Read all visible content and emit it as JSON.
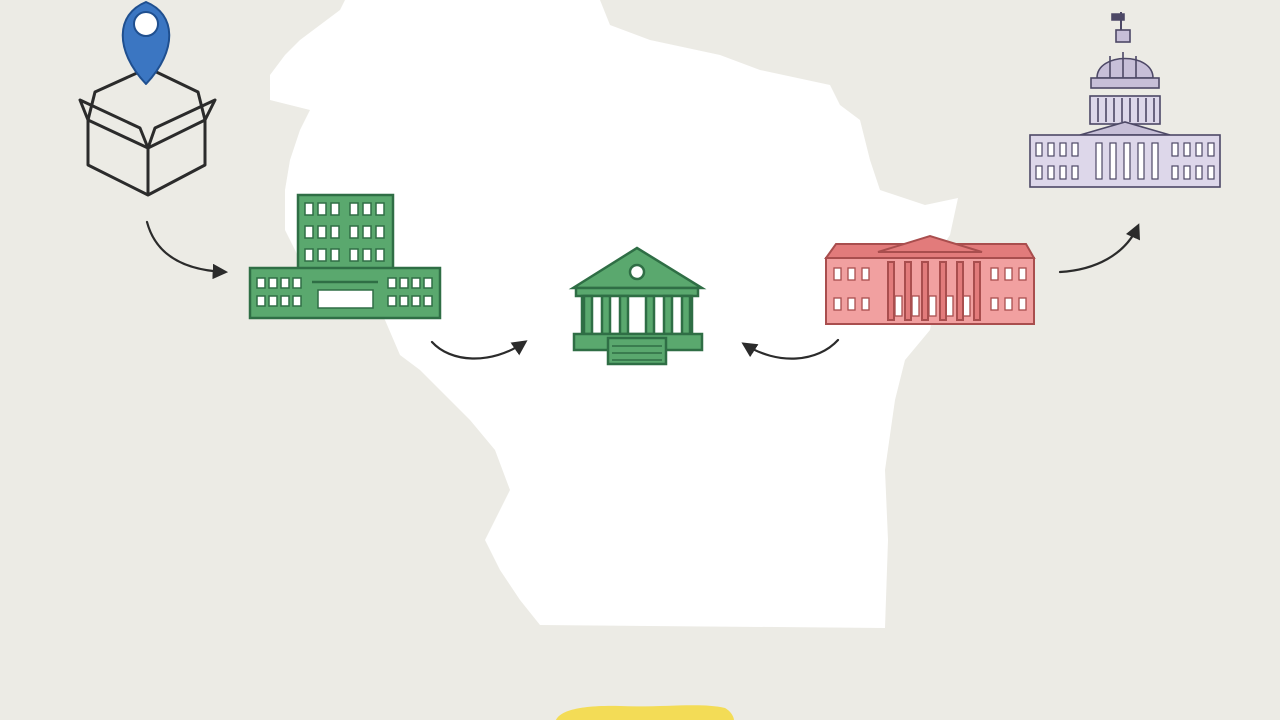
{
  "diagram": {
    "background": "#ecebe5",
    "state_outline": {
      "shape": "wisconsin-silhouette",
      "fill": "#ffffff"
    },
    "nodes": [
      {
        "id": "package-with-location-pin",
        "icon": "open-box-with-map-pin",
        "colors": {
          "pin": "#3b76c2",
          "stroke": "#2b2b2b"
        }
      },
      {
        "id": "green-office-building",
        "icon": "office-building",
        "color": "#5aa86e"
      },
      {
        "id": "green-courthouse",
        "icon": "classical-courthouse",
        "color": "#5aa86e"
      },
      {
        "id": "red-government-building",
        "icon": "red-brick-government-building",
        "color": "#e27b7b"
      },
      {
        "id": "capitol-building",
        "icon": "domed-capitol",
        "color": "#c7bfd8"
      }
    ],
    "edges": [
      {
        "from": "package-with-location-pin",
        "to": "green-office-building"
      },
      {
        "from": "green-office-building",
        "to": "green-courthouse"
      },
      {
        "from": "red-government-building",
        "to": "green-courthouse"
      },
      {
        "from": "red-government-building",
        "to": "capitol-building"
      }
    ],
    "arrow_color": "#2b2b2b",
    "partial_yellow_shape": {
      "color": "#f3dc56"
    }
  }
}
